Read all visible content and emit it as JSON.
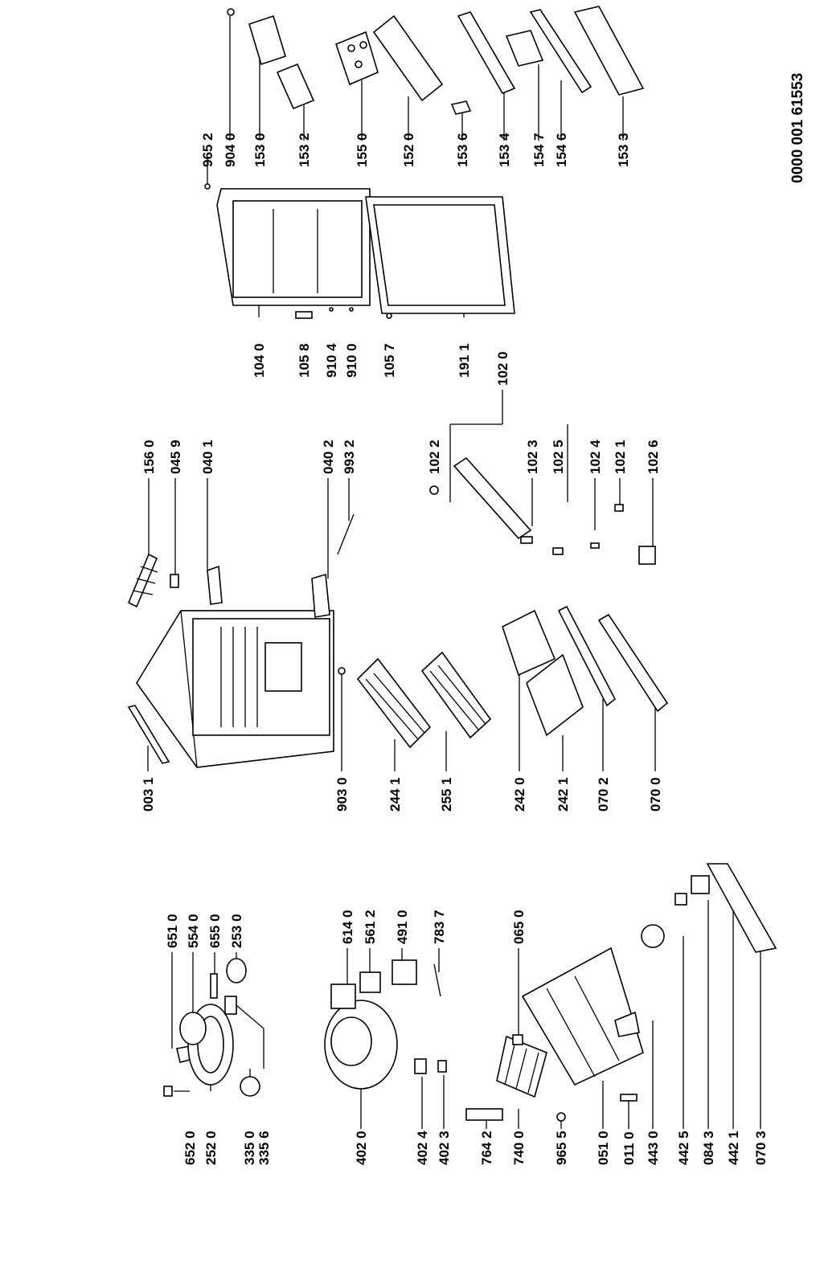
{
  "document_number": "0000 001 61553",
  "part_labels": {
    "p6520": "652 0",
    "p2520": "252 0",
    "p3350": "335 0",
    "p3356": "335 6",
    "p6510": "651 0",
    "p5540": "554 0",
    "p6550": "655 0",
    "p2530": "253 0",
    "p4020": "402 0",
    "p4024": "402 4",
    "p4023": "402 3",
    "p6140": "614 0",
    "p5612": "561 2",
    "p4910": "491 0",
    "p7837": "783 7",
    "p7642": "764 2",
    "p7400": "740 0",
    "p0650": "065 0",
    "p9655": "965 5",
    "p0510": "051 0",
    "p0110": "011 0",
    "p4430": "443 0",
    "p4425": "442 5",
    "p0843": "084 3",
    "p4421": "442 1",
    "p0703": "070 3",
    "p0031": "003 1",
    "p9030": "903 0",
    "p2441": "244 1",
    "p2551": "255 1",
    "p2420": "242 0",
    "p2421": "242 1",
    "p0702": "070 2",
    "p0700": "070 0",
    "p1560": "156 0",
    "p0459": "045 9",
    "p0401": "040 1",
    "p0402": "040 2",
    "p9932": "993 2",
    "p1022": "102 2",
    "p1023": "102 3",
    "p1025": "102 5",
    "p1024": "102 4",
    "p1021": "102 1",
    "p1026": "102 6",
    "p1020": "102 0",
    "p1040": "104 0",
    "p1058": "105 8",
    "p9104": "910 4",
    "p9100": "910 0",
    "p1057": "105 7",
    "p1911": "191 1",
    "p9652": "965 2",
    "p9040": "904 0",
    "p1530": "153 0",
    "p1532": "153 2",
    "p1550": "155 0",
    "p1520": "152 0",
    "p1536": "153 6",
    "p1534": "153 4",
    "p1547": "154 7",
    "p1546": "154 6",
    "p1533": "153 3"
  }
}
